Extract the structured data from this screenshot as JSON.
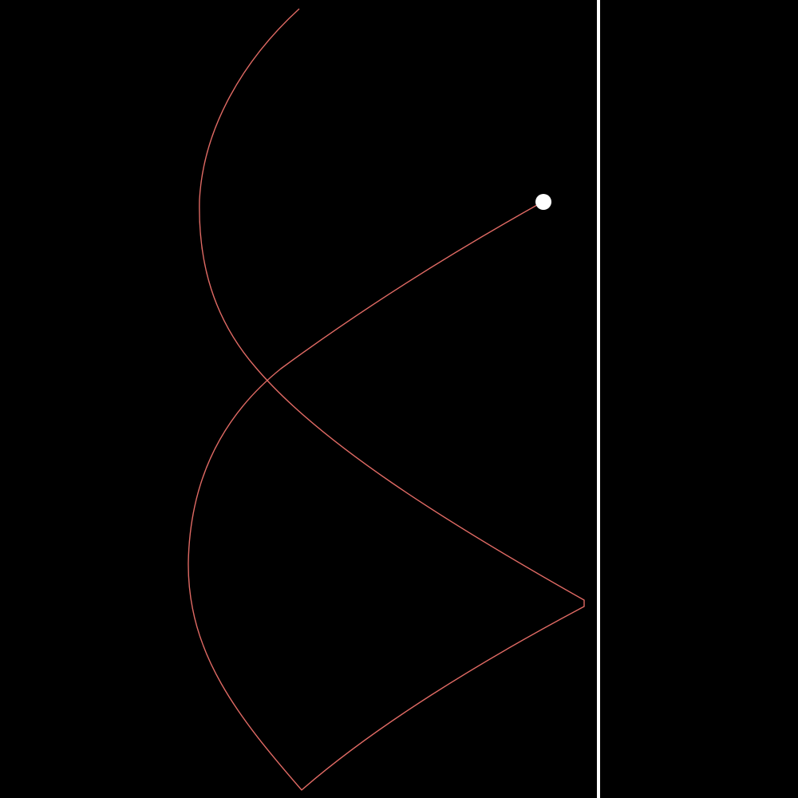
{
  "colors": {
    "background": "#000000",
    "trail": "#e06a64",
    "ball": "#ffffff",
    "wall": "#ffffff"
  },
  "scene": {
    "elements": [
      "trajectory-trail",
      "ball",
      "right-wall"
    ]
  }
}
